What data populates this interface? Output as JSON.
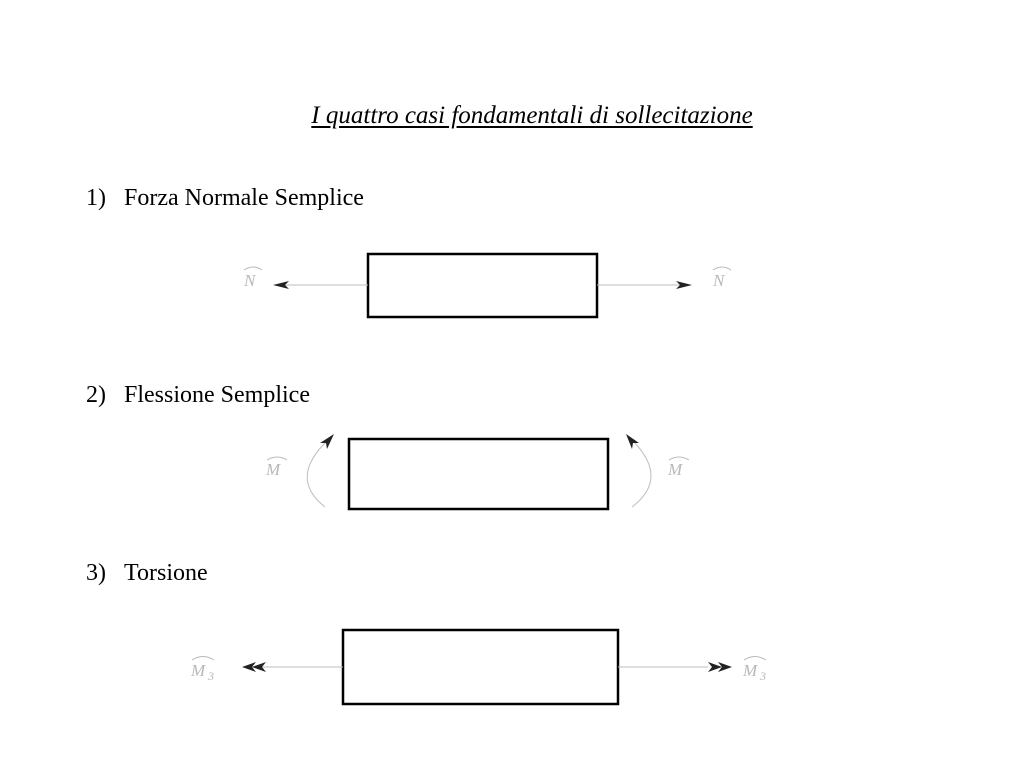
{
  "title": "I quattro casi fondamentali di sollecitazione",
  "cases": [
    {
      "number": "1)",
      "label": "Forza Normale Semplice",
      "load_symbol": "N"
    },
    {
      "number": "2)",
      "label": "Flessione Semplice",
      "load_symbol": "M"
    },
    {
      "number": "3)",
      "label": "Torsione",
      "load_symbol": "M",
      "load_subscript": "3"
    }
  ],
  "colors": {
    "outline": "#000000",
    "load_line": "#bdbdbd",
    "label": "#b8b8b8",
    "arrowhead": "#222222"
  }
}
